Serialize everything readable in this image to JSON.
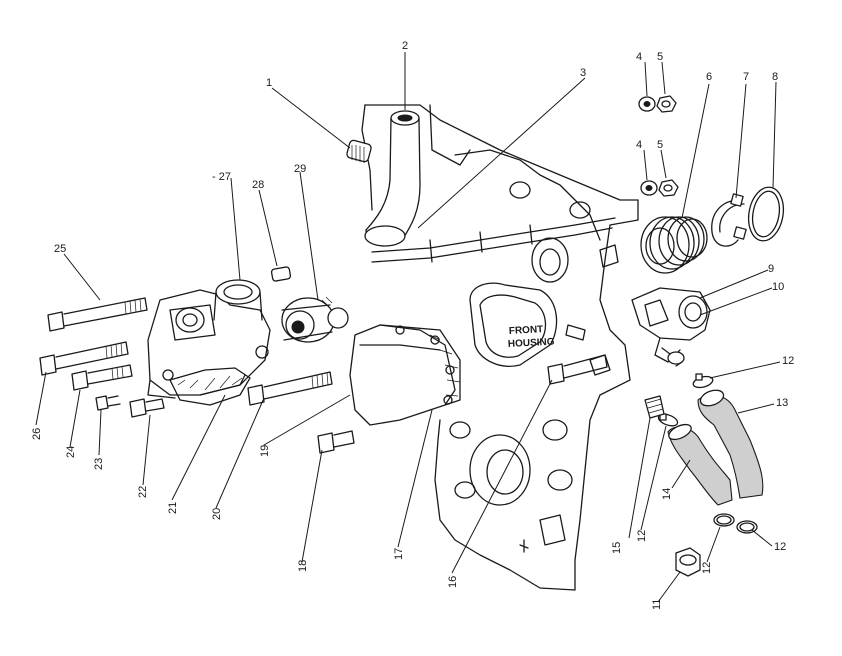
{
  "housing_label": {
    "line1": "FRONT",
    "line2": "HOUSING"
  },
  "callouts": [
    {
      "id": "c1",
      "text": "1"
    },
    {
      "id": "c2",
      "text": "2"
    },
    {
      "id": "c3",
      "text": "3"
    },
    {
      "id": "c4a",
      "text": "4"
    },
    {
      "id": "c5a",
      "text": "5"
    },
    {
      "id": "c4b",
      "text": "4"
    },
    {
      "id": "c5b",
      "text": "5"
    },
    {
      "id": "c6",
      "text": "6"
    },
    {
      "id": "c7",
      "text": "7"
    },
    {
      "id": "c8",
      "text": "8"
    },
    {
      "id": "c9",
      "text": "9"
    },
    {
      "id": "c10",
      "text": "10"
    },
    {
      "id": "c12a",
      "text": "12"
    },
    {
      "id": "c13",
      "text": "13"
    },
    {
      "id": "c14",
      "text": "14"
    },
    {
      "id": "c12b",
      "text": "12"
    },
    {
      "id": "c15",
      "text": "15"
    },
    {
      "id": "c12c",
      "text": "12"
    },
    {
      "id": "c12d",
      "text": "12"
    },
    {
      "id": "c11",
      "text": "11"
    },
    {
      "id": "c16",
      "text": "16"
    },
    {
      "id": "c17",
      "text": "17"
    },
    {
      "id": "c18",
      "text": "18"
    },
    {
      "id": "c19",
      "text": "19"
    },
    {
      "id": "c20",
      "text": "20"
    },
    {
      "id": "c21",
      "text": "21"
    },
    {
      "id": "c22",
      "text": "22"
    },
    {
      "id": "c23",
      "text": "23"
    },
    {
      "id": "c24",
      "text": "24"
    },
    {
      "id": "c26",
      "text": "26"
    },
    {
      "id": "c25",
      "text": "25"
    },
    {
      "id": "c27",
      "text": "- 27"
    },
    {
      "id": "c28",
      "text": "28"
    },
    {
      "id": "c29",
      "text": "29"
    }
  ]
}
